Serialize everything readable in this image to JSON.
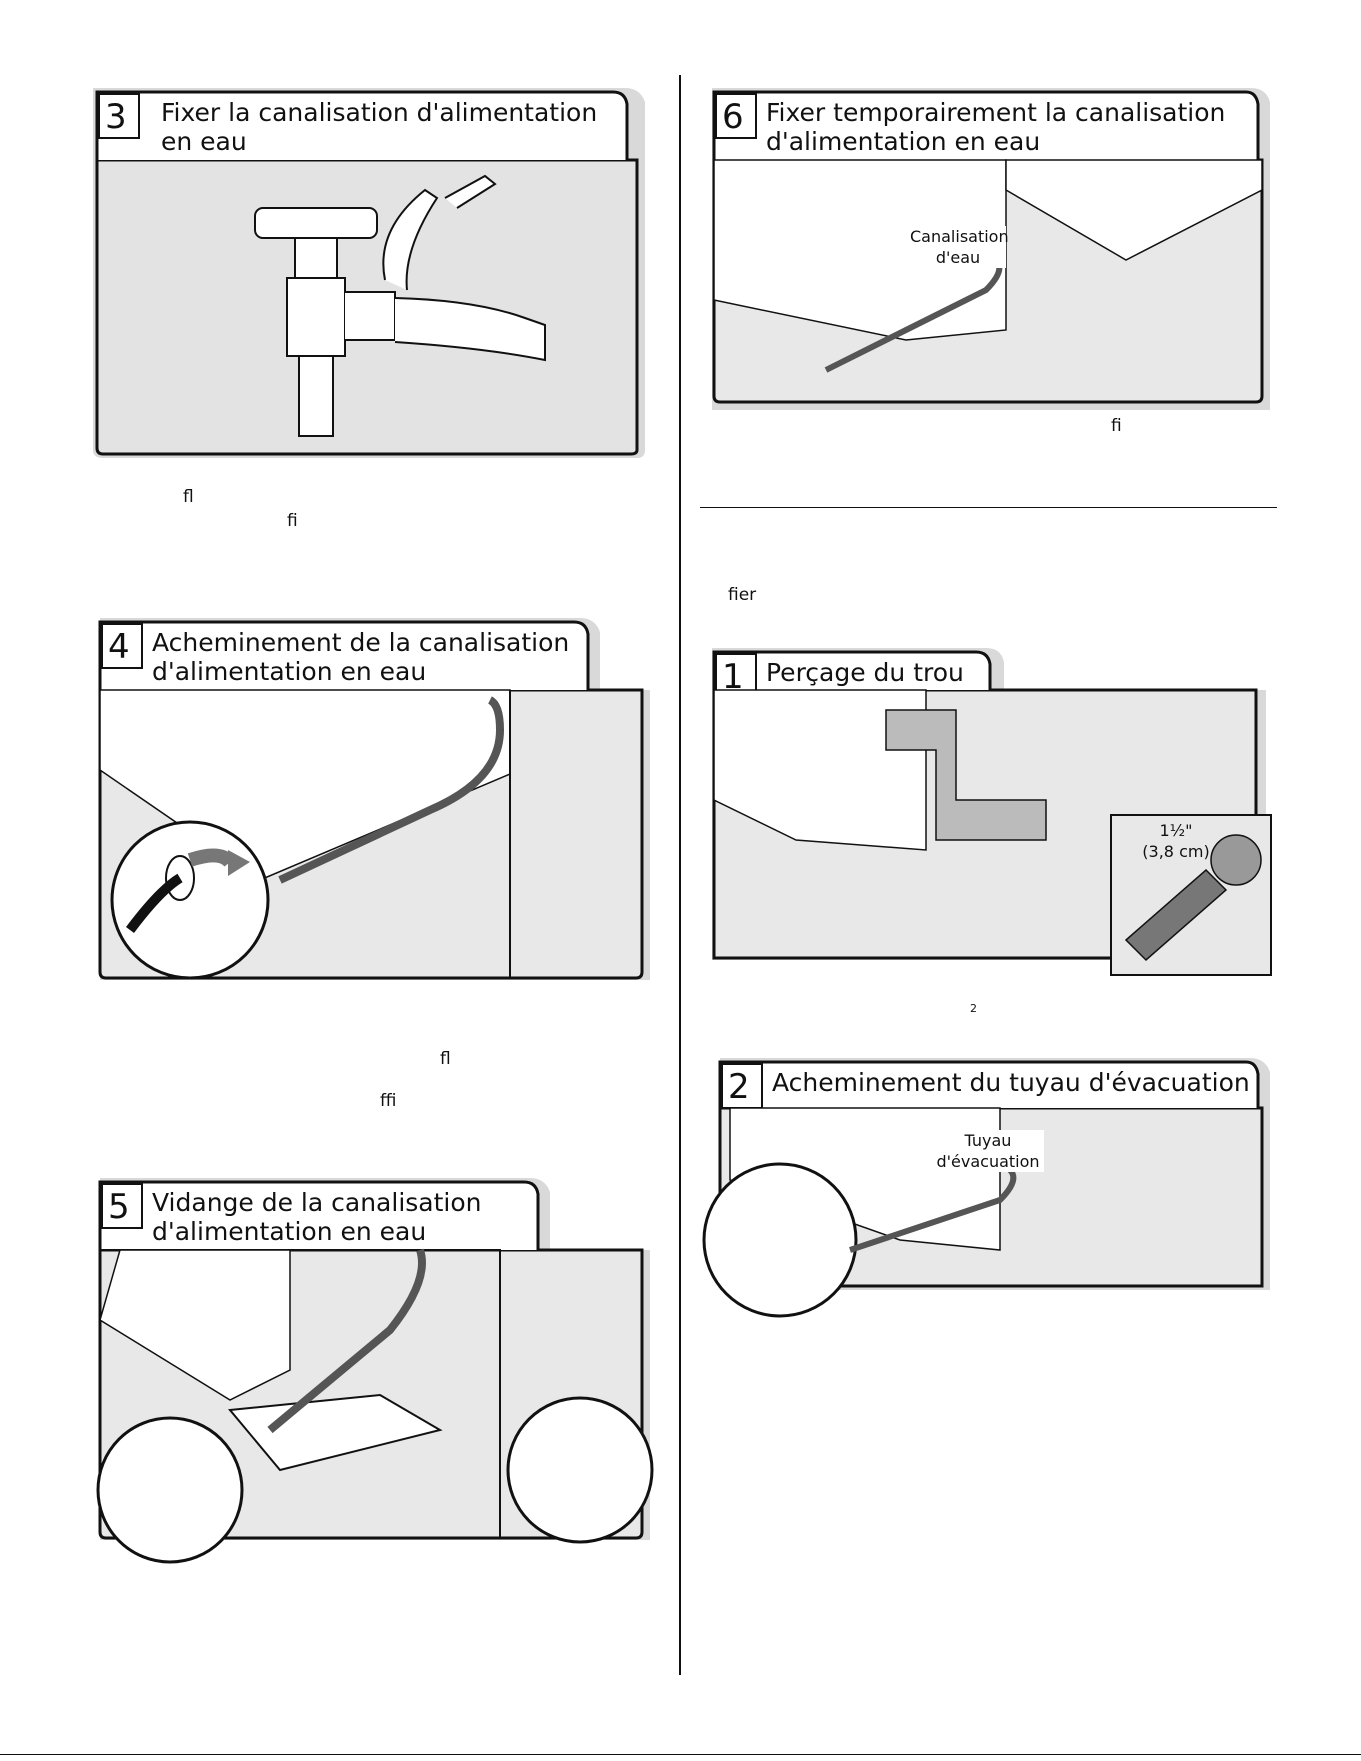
{
  "steps": {
    "s3": {
      "number": "3",
      "title_line1": "Fixer la canalisation d'alimentation",
      "title_line2": "en eau"
    },
    "s4": {
      "number": "4",
      "title_line1": "Acheminement de la canalisation",
      "title_line2": "d'alimentation en eau"
    },
    "s5": {
      "number": "5",
      "title_line1": "Vidange de la canalisation",
      "title_line2": "d'alimentation en eau"
    },
    "s6": {
      "number": "6",
      "title_line1": "Fixer temporairement la canalisation",
      "title_line2": "d'alimentation en eau",
      "callout_line1": "Canalisation",
      "callout_line2": "d'eau"
    },
    "d1": {
      "number": "1",
      "title_line1": "Perçage du trou",
      "size_line1": "1½\"",
      "size_line2": "(3,8 cm)"
    },
    "d2": {
      "number": "2",
      "title_line1": "Acheminement du tuyau d'évacuation",
      "callout_line1": "Tuyau",
      "callout_line2": "d'évacuation"
    }
  },
  "fragments": {
    "f1": "fl",
    "f2": "fi",
    "f3": "fl",
    "f4": "ffi",
    "f5": "fi",
    "f6": "fier",
    "f7": "2"
  }
}
